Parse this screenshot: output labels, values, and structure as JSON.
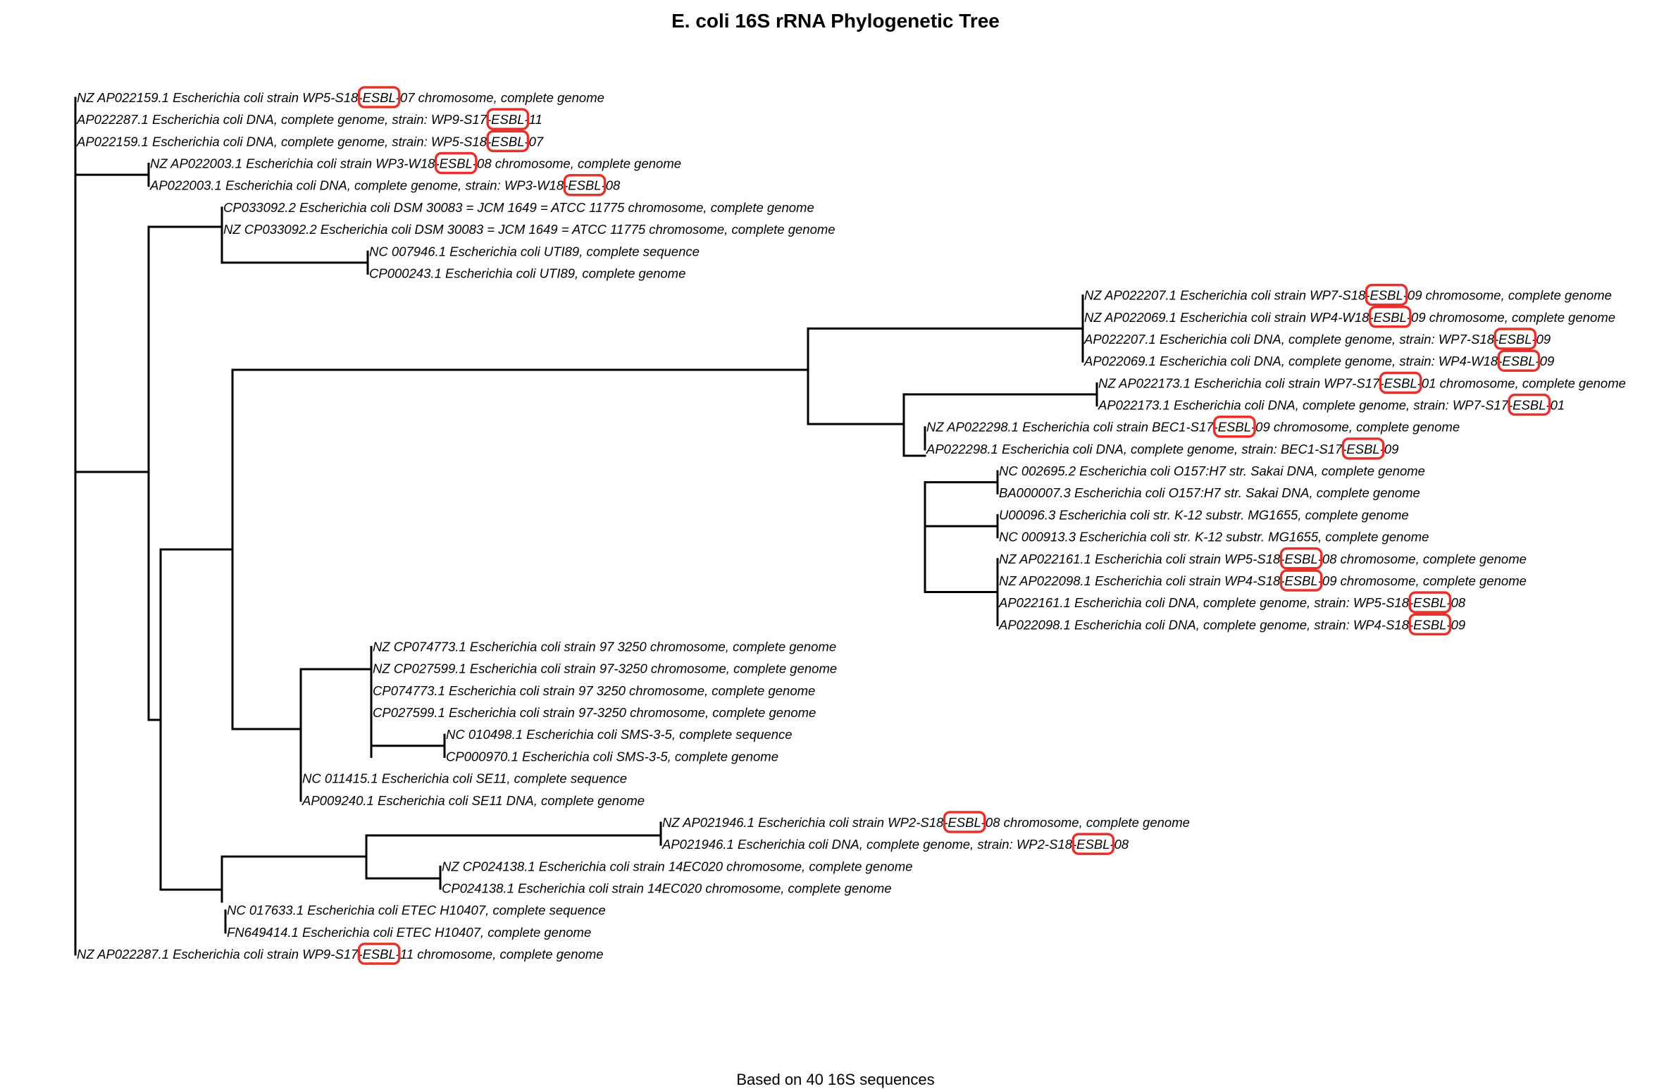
{
  "title": "E. coli 16S rRNA Phylogenetic Tree",
  "caption": "Based on 40 16S sequences",
  "highlight": {
    "text": "ESBL",
    "color": "#e8312a"
  },
  "tips": [
    "NZ AP022159.1 Escherichia coli strain WP5-S18-ESBL-07 chromosome, complete genome",
    "AP022287.1 Escherichia coli DNA, complete genome, strain: WP9-S17-ESBL-11",
    "AP022159.1 Escherichia coli DNA, complete genome, strain: WP5-S18-ESBL-07",
    "NZ AP022003.1 Escherichia coli strain WP3-W18-ESBL-08 chromosome, complete genome",
    "AP022003.1 Escherichia coli DNA, complete genome, strain: WP3-W18-ESBL-08",
    "CP033092.2 Escherichia coli DSM 30083 = JCM 1649 = ATCC 11775 chromosome, complete genome",
    "NZ CP033092.2 Escherichia coli DSM 30083 = JCM 1649 = ATCC 11775 chromosome, complete genome",
    "NC 007946.1 Escherichia coli UTI89, complete sequence",
    "CP000243.1 Escherichia coli UTI89, complete genome",
    "NZ AP022207.1 Escherichia coli strain WP7-S18-ESBL-09 chromosome, complete genome",
    "NZ AP022069.1 Escherichia coli strain WP4-W18-ESBL-09 chromosome, complete genome",
    "AP022207.1 Escherichia coli DNA, complete genome, strain: WP7-S18-ESBL-09",
    "AP022069.1 Escherichia coli DNA, complete genome, strain: WP4-W18-ESBL-09",
    "NZ AP022173.1 Escherichia coli strain WP7-S17-ESBL-01 chromosome, complete genome",
    "AP022173.1 Escherichia coli DNA, complete genome, strain: WP7-S17-ESBL-01",
    "NZ AP022298.1 Escherichia coli strain BEC1-S17-ESBL-09 chromosome, complete genome",
    "AP022298.1 Escherichia coli DNA, complete genome, strain: BEC1-S17-ESBL-09",
    "NC 002695.2 Escherichia coli O157:H7 str. Sakai DNA, complete genome",
    "BA000007.3 Escherichia coli O157:H7 str. Sakai DNA, complete genome",
    "U00096.3 Escherichia coli str. K-12 substr. MG1655, complete genome",
    "NC 000913.3 Escherichia coli str. K-12 substr. MG1655, complete genome",
    "NZ AP022161.1 Escherichia coli strain WP5-S18-ESBL-08 chromosome, complete genome",
    "NZ AP022098.1 Escherichia coli strain WP4-S18-ESBL-09 chromosome, complete genome",
    "AP022161.1 Escherichia coli DNA, complete genome, strain: WP5-S18-ESBL-08",
    "AP022098.1 Escherichia coli DNA, complete genome, strain: WP4-S18-ESBL-09",
    "NZ CP074773.1 Escherichia coli strain 97 3250 chromosome, complete genome",
    "NZ CP027599.1 Escherichia coli strain 97-3250 chromosome, complete genome",
    "CP074773.1 Escherichia coli strain 97 3250 chromosome, complete genome",
    "CP027599.1 Escherichia coli strain 97-3250 chromosome, complete genome",
    "NC 010498.1 Escherichia coli SMS-3-5, complete sequence",
    "CP000970.1 Escherichia coli SMS-3-5, complete genome",
    "NC 011415.1 Escherichia coli SE11, complete sequence",
    "AP009240.1 Escherichia coli SE11 DNA, complete genome",
    "NZ AP021946.1 Escherichia coli strain WP2-S18-ESBL-08 chromosome, complete genome",
    "AP021946.1 Escherichia coli DNA, complete genome, strain: WP2-S18-ESBL-08",
    "NZ CP024138.1 Escherichia coli strain 14EC020 chromosome, complete genome",
    "CP024138.1 Escherichia coli strain 14EC020 chromosome, complete genome",
    "NC 017633.1 Escherichia coli ETEC H10407, complete sequence",
    "FN649414.1 Escherichia coli ETEC H10407, complete genome",
    "NZ AP022287.1 Escherichia coli strain WP9-S17-ESBL-11 chromosome, complete genome"
  ]
}
